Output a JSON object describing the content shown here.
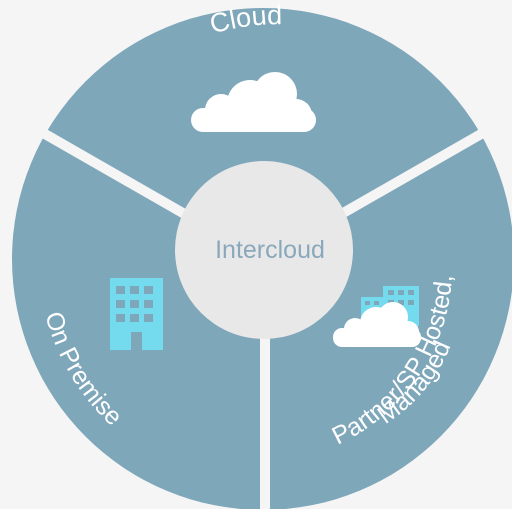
{
  "diagram": {
    "center": {
      "label": "Intercloud"
    },
    "segments": [
      {
        "id": "cloud",
        "label": "Cloud",
        "icon": "cloud-icon"
      },
      {
        "id": "on-premise",
        "label": "On Premise",
        "icon": "building-icon"
      },
      {
        "id": "partner",
        "label_line1": "Partner/SP Hosted,",
        "label_line2": "Managed",
        "icon": "hosted-cloud-icon"
      }
    ]
  },
  "colors": {
    "background": "#f5f5f5",
    "segment_fill": "#7fa7ba",
    "center_fill": "#e8e8e8",
    "center_text": "#8aa8bb",
    "building_icon": "#74dbef",
    "cloud_icon": "#ffffff"
  }
}
